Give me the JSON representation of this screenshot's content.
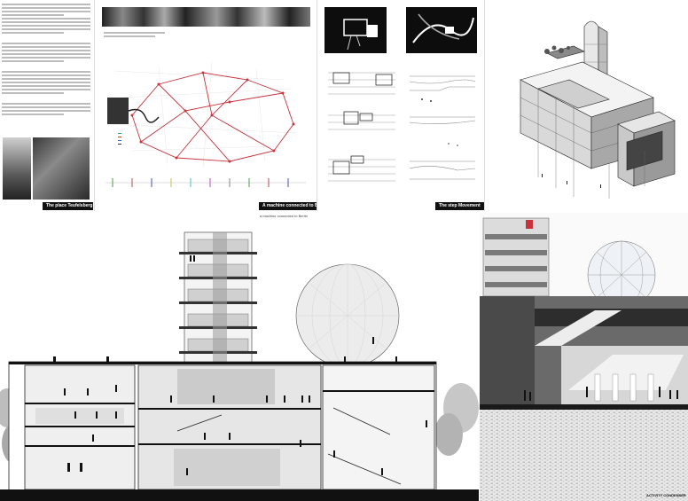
{
  "panels": {
    "place": {
      "label": "The place  Teufelsberg"
    },
    "machine": {
      "label": "A machine connected to Berlin"
    },
    "movement": {
      "label": "The step  Movement"
    }
  },
  "section": {
    "caption": "a machine connected to Berlin"
  },
  "perspective": {
    "label": "ACTIVITY CONDENSER"
  },
  "colors": {
    "ink": "#111111",
    "paper": "#ffffff",
    "grey": "#9a9a9a",
    "accent_red": "#c8323c"
  }
}
